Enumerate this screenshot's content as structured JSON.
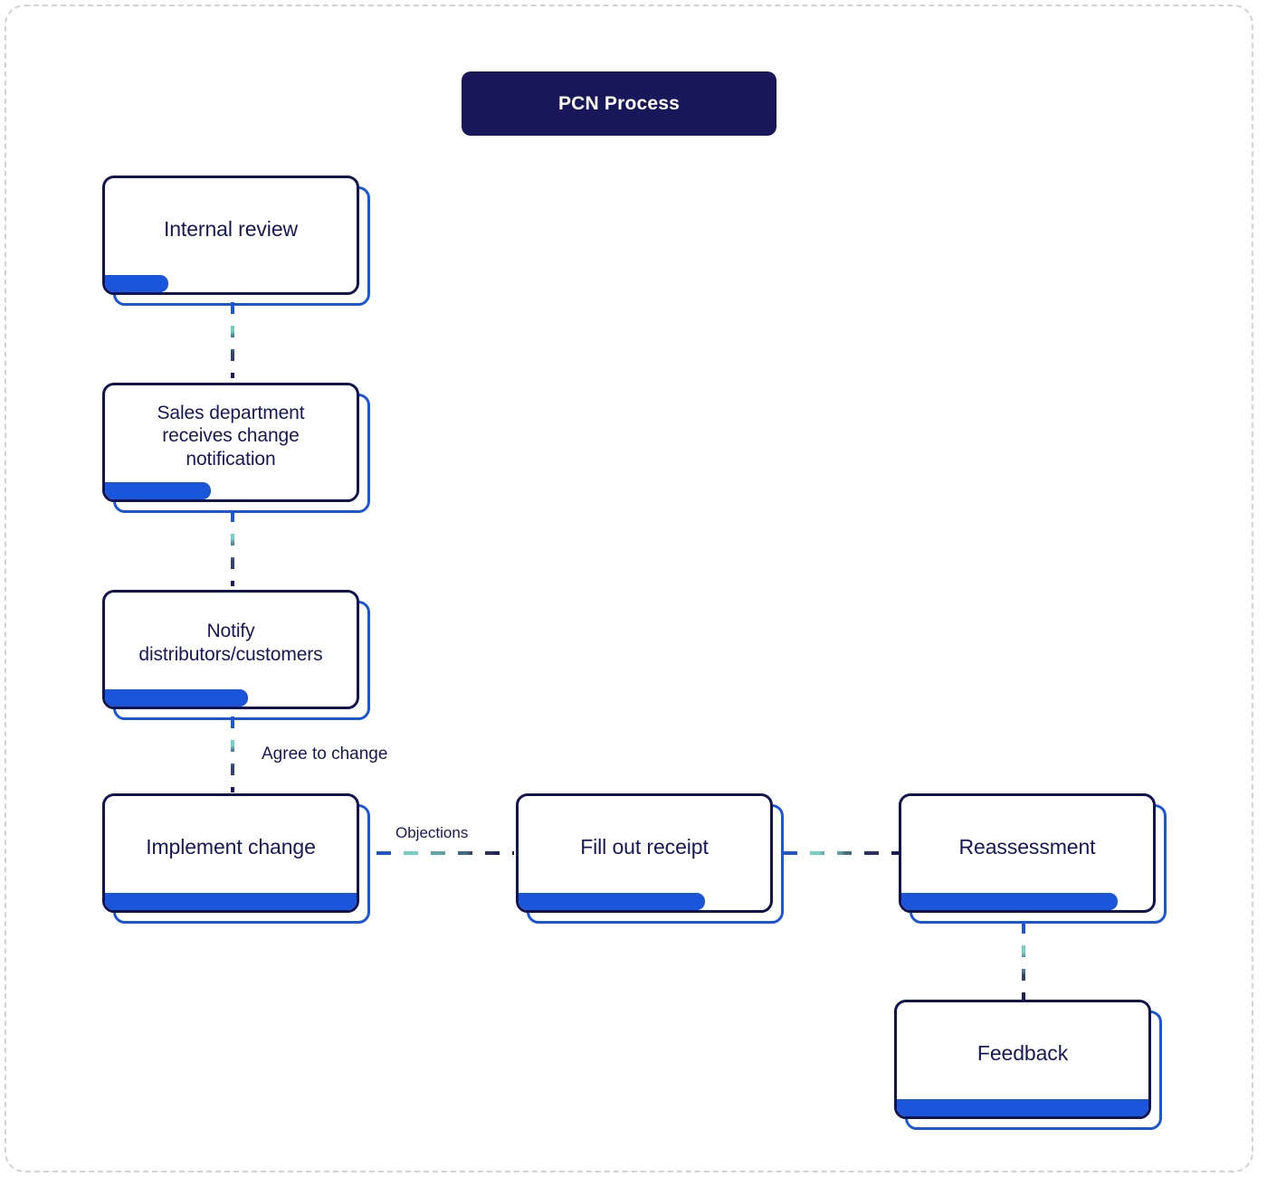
{
  "diagram": {
    "title": "PCN Process",
    "title_color": "#17175a",
    "accent_color": "#1a56db",
    "text_color": "#17175a",
    "frame_color": "#d2d2d2",
    "nodes": [
      {
        "id": "internal-review",
        "label": "Internal review",
        "progress": 25
      },
      {
        "id": "sales-department",
        "label": "Sales department\nreceives change\nnotification",
        "progress": 42
      },
      {
        "id": "notify-distributors",
        "label": "Notify\ndistributors/customers",
        "progress": 57
      },
      {
        "id": "implement-change",
        "label": "Implement change",
        "progress": 100
      },
      {
        "id": "fill-out-receipt",
        "label": "Fill out receipt",
        "progress": 74
      },
      {
        "id": "reassessment",
        "label": "Reassessment",
        "progress": 86
      },
      {
        "id": "feedback",
        "label": "Feedback",
        "progress": 100
      }
    ],
    "edges": [
      {
        "id": "internal-to-sales",
        "label": ""
      },
      {
        "id": "sales-to-notify",
        "label": ""
      },
      {
        "id": "notify-to-implement",
        "label": "Agree to change"
      },
      {
        "id": "implement-to-receipt",
        "label": "Objections"
      },
      {
        "id": "receipt-to-reassessment",
        "label": ""
      },
      {
        "id": "reassessment-to-feedback",
        "label": ""
      }
    ]
  }
}
